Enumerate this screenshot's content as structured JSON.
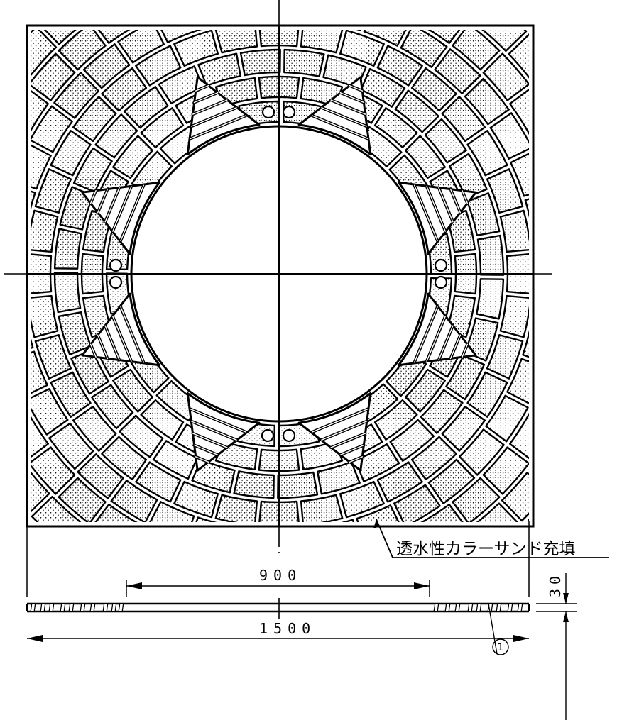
{
  "drawing": {
    "callout_text": "透水性カラーサンド充填",
    "dim_overall": "1500",
    "dim_opening": "900",
    "dim_thickness": "30",
    "part_number": "1"
  }
}
